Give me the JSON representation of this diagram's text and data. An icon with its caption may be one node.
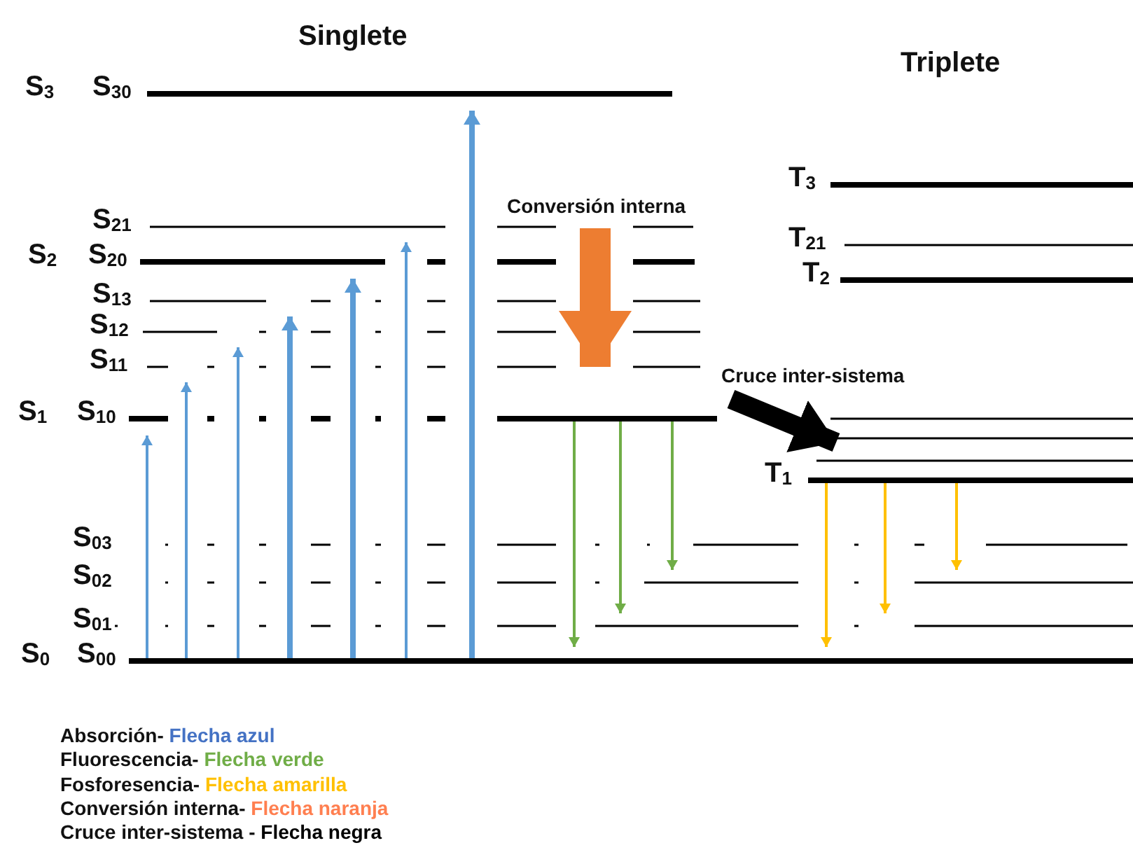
{
  "diagram": {
    "nodes": [
      {
        "text": [],
        "shape": "bar",
        "beside": [
          "S$_{3}$",
          "S$_{30}$"
        ]
      },
      {
        "text": [],
        "shape": "bar",
        "beside": [
          "S$_{21}$"
        ]
      },
      {
        "text": [],
        "shape": "bar",
        "beside": [
          "S$_{2}$",
          "S$_{20}$"
        ]
      },
      {
        "text": [],
        "shape": "bar",
        "beside": [
          "S$_{13}$"
        ]
      },
      {
        "text": [],
        "shape": "bar",
        "beside": [
          "S$_{12}$"
        ]
      },
      {
        "text": [],
        "shape": "bar",
        "beside": [
          "S$_{11}$"
        ]
      },
      {
        "text": [],
        "shape": "bar",
        "beside": [
          "S$_{1}$",
          "S$_{10}$"
        ]
      },
      {
        "text": [],
        "shape": "bar",
        "beside": [
          "S$_{03}$"
        ]
      },
      {
        "text": [],
        "shape": "bar",
        "beside": [
          "S$_{02}$"
        ]
      },
      {
        "text": [],
        "shape": "bar",
        "beside": [
          "S$_{01}$"
        ]
      },
      {
        "text": [],
        "shape": "bar",
        "beside": [
          "S$_{0}$",
          "S$_{00}$"
        ]
      },
      {
        "text": [],
        "shape": "bar",
        "beside": [
          "T$_{3}$"
        ]
      },
      {
        "text": [],
        "shape": "bar",
        "beside": [
          "T$_{21}$"
        ]
      },
      {
        "text": [],
        "shape": "bar",
        "beside": [
          "T$_{2}$"
        ]
      },
      {
        "text": [],
        "shape": "bar"
      },
      {
        "text": [],
        "shape": "bar"
      },
      {
        "text": [],
        "shape": "bar"
      },
      {
        "text": [],
        "shape": "bar",
        "beside": [
          "T$_{1}$"
        ]
      }
    ],
    "edges": [
      {
        "from": 10,
        "to": 6,
        "arrow": "to",
        "color": "#5b9bd5"
      },
      {
        "from": 10,
        "to": 5,
        "arrow": "to",
        "color": "#5b9bd5"
      },
      {
        "from": 10,
        "to": 4,
        "arrow": "to",
        "color": "#5b9bd5"
      },
      {
        "from": 10,
        "to": 3,
        "arrow": "to",
        "style": "thick",
        "color": "#5b9bd5"
      },
      {
        "from": 10,
        "to": 2,
        "arrow": "to",
        "style": "thick",
        "color": "#5b9bd5"
      },
      {
        "from": 10,
        "to": 1,
        "arrow": "to",
        "color": "#5b9bd5"
      },
      {
        "from": 10,
        "to": 0,
        "arrow": "to",
        "style": "thick",
        "color": "#5b9bd5"
      },
      {
        "from": 1,
        "to": 5,
        "arrow": "to",
        "label": "Conversión interna",
        "style": "thick",
        "color": "#ed7d31"
      },
      {
        "from": 6,
        "to": 15,
        "arrow": "to",
        "label": "Cruce inter-sistema",
        "style": "thick",
        "color": "#000000"
      },
      {
        "from": 6,
        "to": 10,
        "arrow": "to",
        "color": "#70ad47"
      },
      {
        "from": 6,
        "to": 9,
        "arrow": "to",
        "color": "#70ad47"
      },
      {
        "from": 6,
        "to": 8,
        "arrow": "to",
        "color": "#70ad47"
      },
      {
        "from": 17,
        "to": 10,
        "arrow": "to",
        "color": "#ffc000"
      },
      {
        "from": 17,
        "to": 9,
        "arrow": "to",
        "color": "#ffc000"
      },
      {
        "from": 17,
        "to": 8,
        "arrow": "to",
        "color": "#ffc000"
      }
    ],
    "labels": [
      "Singlete",
      "Triplete"
    ],
    "legend": [
      {
        "text": "Absorción- Flecha azul",
        "color": "#4472c4"
      },
      {
        "text": "Fluorescencia- Flecha verde",
        "color": "#70ad47"
      },
      {
        "text": "Fosforesencia- Flecha amarilla",
        "color": "#ffc000"
      },
      {
        "text": "Conversión interna- Flecha naranja",
        "color": "#ff7f50"
      },
      {
        "text": "Cruce inter-sistema - Flecha negra",
        "color": "#000000"
      }
    ]
  }
}
